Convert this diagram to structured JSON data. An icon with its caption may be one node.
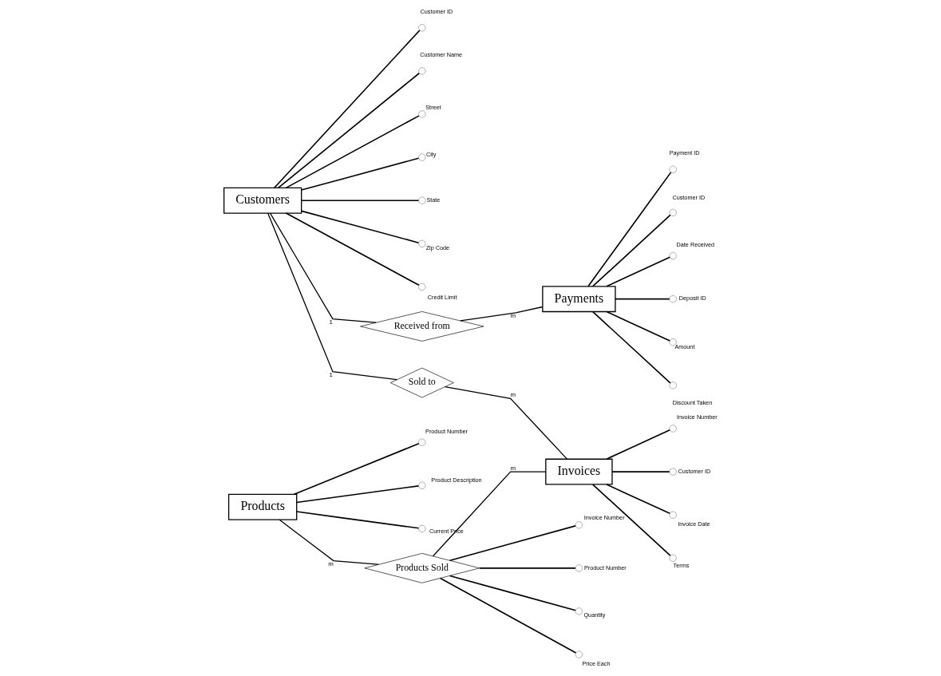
{
  "diagram": {
    "nodes": [
      {
        "text": [
          "Customers"
        ]
      },
      {
        "text": [],
        "shape": "circle",
        "beside": [
          "Customer ID"
        ]
      },
      {
        "text": [],
        "shape": "circle",
        "beside": [
          "Customer Name"
        ]
      },
      {
        "text": [],
        "shape": "circle",
        "beside": [
          "Street"
        ]
      },
      {
        "text": [],
        "shape": "circle",
        "beside": [
          "City"
        ]
      },
      {
        "text": [],
        "shape": "circle",
        "beside": [
          "State"
        ]
      },
      {
        "text": [],
        "shape": "circle",
        "beside": [
          "Zip Code"
        ]
      },
      {
        "text": [],
        "shape": "circle",
        "beside": [
          "Credit Limit"
        ]
      },
      {
        "text": [
          "Received from"
        ]
      },
      {
        "text": [
          "Payments"
        ]
      },
      {
        "text": [],
        "shape": "circle",
        "beside": [
          "Payment ID"
        ]
      },
      {
        "text": [],
        "shape": "circle",
        "beside": [
          "Customer ID"
        ]
      },
      {
        "text": [],
        "shape": "circle",
        "beside": [
          "Date Received"
        ]
      },
      {
        "text": [],
        "shape": "circle",
        "beside": [
          "Deposit ID"
        ]
      },
      {
        "text": [],
        "shape": "circle",
        "beside": [
          "Amount"
        ]
      },
      {
        "text": [],
        "shape": "circle",
        "beside": [
          "Discount Taken"
        ]
      },
      {
        "text": [
          "Sold to"
        ]
      },
      {
        "text": [
          "Products"
        ]
      },
      {
        "text": [],
        "shape": "circle",
        "beside": [
          "Product Number"
        ]
      },
      {
        "text": [],
        "shape": "circle",
        "beside": [
          "Product Description"
        ]
      },
      {
        "text": [],
        "shape": "circle",
        "beside": [
          "Current Price"
        ]
      },
      {
        "text": [
          "Invoices"
        ]
      },
      {
        "text": [],
        "shape": "circle",
        "beside": [
          "Invoice Number"
        ]
      },
      {
        "text": [],
        "shape": "circle",
        "beside": [
          "Customer ID"
        ]
      },
      {
        "text": [],
        "shape": "circle",
        "beside": [
          "Invoice Date"
        ]
      },
      {
        "text": [],
        "shape": "circle",
        "beside": [
          "Terms"
        ]
      },
      {
        "text": [
          "Products Sold"
        ]
      },
      {
        "text": [],
        "shape": "circle",
        "beside": [
          "Invoice Number"
        ]
      },
      {
        "text": [],
        "shape": "circle",
        "beside": [
          "Product Number"
        ]
      },
      {
        "text": [],
        "shape": "circle",
        "beside": [
          "Quantity"
        ]
      },
      {
        "text": [],
        "shape": "circle",
        "beside": [
          "Price Each"
        ]
      }
    ],
    "edges": [
      {
        "from": 0,
        "to": 1,
        "arrow": "none"
      },
      {
        "from": 0,
        "to": 2,
        "arrow": "none"
      },
      {
        "from": 0,
        "to": 3,
        "arrow": "none"
      },
      {
        "from": 0,
        "to": 4,
        "arrow": "none"
      },
      {
        "from": 0,
        "to": 5,
        "arrow": "none"
      },
      {
        "from": 0,
        "to": 6,
        "arrow": "none"
      },
      {
        "from": 0,
        "to": 7,
        "arrow": "none"
      },
      {
        "from": 0,
        "to": 8,
        "arrow": "none",
        "label": "1"
      },
      {
        "from": 8,
        "to": 9,
        "arrow": "none",
        "label": "m"
      },
      {
        "from": 9,
        "to": 10,
        "arrow": "none"
      },
      {
        "from": 9,
        "to": 11,
        "arrow": "none"
      },
      {
        "from": 9,
        "to": 12,
        "arrow": "none"
      },
      {
        "from": 9,
        "to": 13,
        "arrow": "none"
      },
      {
        "from": 9,
        "to": 14,
        "arrow": "none"
      },
      {
        "from": 9,
        "to": 15,
        "arrow": "none"
      },
      {
        "from": 0,
        "to": 16,
        "arrow": "none",
        "label": "1"
      },
      {
        "from": 16,
        "to": 21,
        "arrow": "none",
        "label": "m"
      },
      {
        "from": 17,
        "to": 18,
        "arrow": "none"
      },
      {
        "from": 17,
        "to": 19,
        "arrow": "none"
      },
      {
        "from": 17,
        "to": 20,
        "arrow": "none"
      },
      {
        "from": 17,
        "to": 26,
        "arrow": "none",
        "label": "m"
      },
      {
        "from": 26,
        "to": 21,
        "arrow": "none",
        "label": "m"
      },
      {
        "from": 21,
        "to": 22,
        "arrow": "none"
      },
      {
        "from": 21,
        "to": 23,
        "arrow": "none"
      },
      {
        "from": 21,
        "to": 24,
        "arrow": "none"
      },
      {
        "from": 21,
        "to": 25,
        "arrow": "none"
      },
      {
        "from": 26,
        "to": 27,
        "arrow": "none"
      },
      {
        "from": 26,
        "to": 28,
        "arrow": "none"
      },
      {
        "from": 26,
        "to": 29,
        "arrow": "none"
      },
      {
        "from": 26,
        "to": 30,
        "arrow": "none"
      }
    ]
  }
}
